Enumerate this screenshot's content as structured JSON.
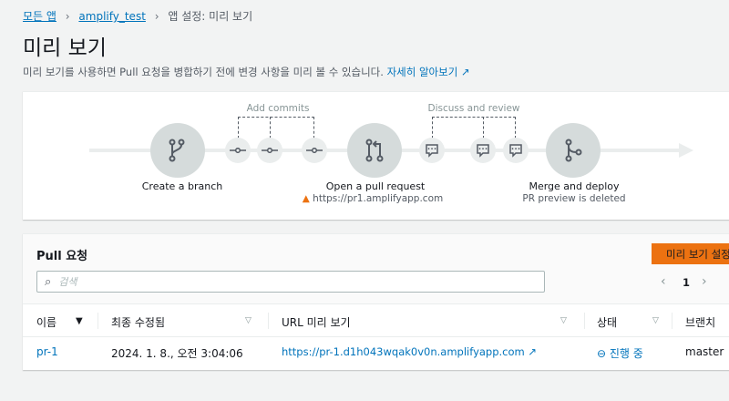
{
  "breadcrumb": {
    "items": [
      "모든 앱",
      "amplify_test"
    ],
    "current": "앱 설정: 미리 보기"
  },
  "page": {
    "title": "미리 보기",
    "description": "미리 보기를 사용하면 Pull 요청을 병합하기 전에 변경 사항을 미리 볼 수 있습니다.",
    "learn_more": "자세히 알아보기"
  },
  "diagram": {
    "add_commits": "Add commits",
    "discuss": "Discuss and review",
    "create_branch": "Create a branch",
    "open_pr": "Open a pull request",
    "pr_url": "https://pr1.amplifyapp.com",
    "merge": "Merge and deploy",
    "merge_sub": "PR preview is deleted"
  },
  "pull_requests": {
    "title": "Pull 요청",
    "settings_button": "미리 보기 설정",
    "search_placeholder": "검색",
    "page": "1",
    "columns": [
      "이름",
      "최종 수정됨",
      "URL 미리 보기",
      "상태",
      "브랜치"
    ],
    "rows": [
      {
        "name": "pr-1",
        "modified": "2024. 1. 8., 오전 3:04:06",
        "url": "https://pr-1.d1h043wqak0v0n.amplifyapp.com",
        "status": "진행 중",
        "branch": "master"
      }
    ]
  },
  "colors": {
    "accent": "#ec7211",
    "link": "#0073bb"
  }
}
